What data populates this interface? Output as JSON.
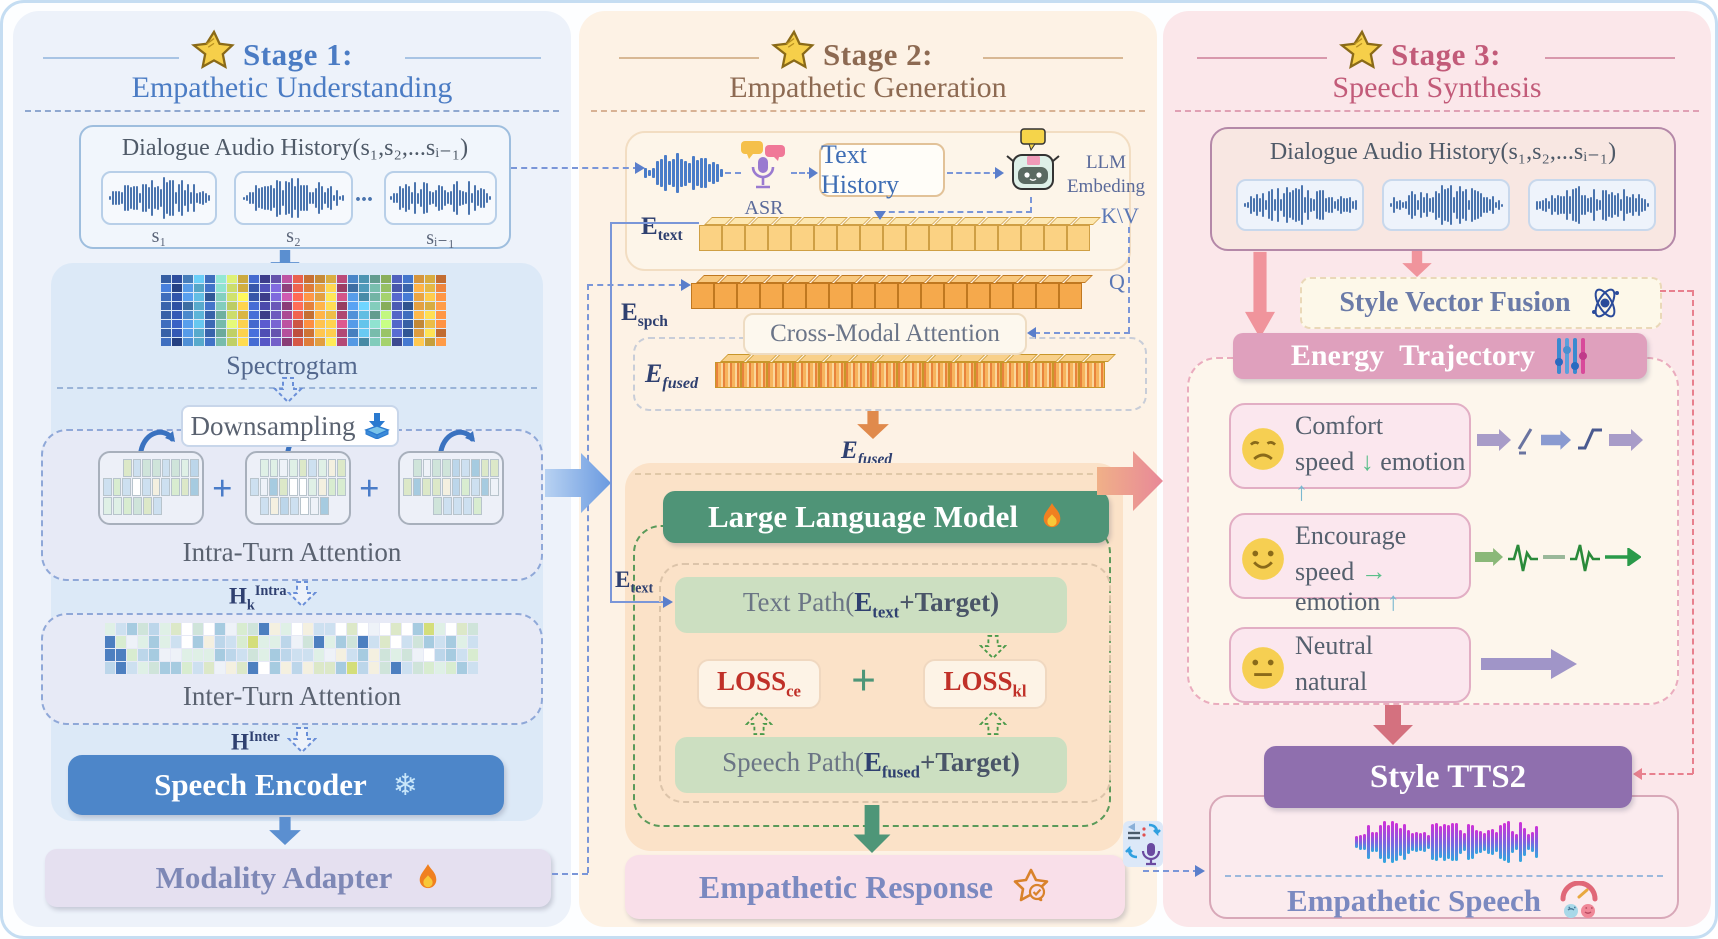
{
  "stage1": {
    "title": "Stage 1:",
    "subtitle": "Empathetic Understanding",
    "audio_history": {
      "title": "Dialogue Audio History(s₁,s₂,...sᵢ₋₁)",
      "labels": [
        "s₁",
        "s₂",
        "sᵢ₋₁"
      ],
      "dots": "..."
    },
    "spectrogram_label": "Spectrogtam",
    "downsampling_label": "Downsampling",
    "intra_label": "Intra-Turn Attention",
    "plus": "+",
    "h_intra": {
      "base": "H",
      "sub": "k",
      "sup": "Intra"
    },
    "inter_label": "Inter-Turn Attention",
    "h_inter": {
      "base": "H",
      "sup": "Inter"
    },
    "speech_encoder_label": "Speech Encoder",
    "modality_adapter_label": "Modality Adapter"
  },
  "stage2": {
    "title": "Stage 2:",
    "subtitle": "Empathetic Generation",
    "asr_label": "ASR",
    "text_history_label": "Text History",
    "llm_embedding_line1": "LLM",
    "llm_embedding_line2": "Embeding",
    "e_text": {
      "base": "E",
      "sub": "text"
    },
    "e_spch": {
      "base": "E",
      "sub": "spch"
    },
    "e_fused": {
      "base": "E",
      "sub": "fused"
    },
    "kv_label": "K\\V",
    "q_label": "Q",
    "cross_modal_label": "Cross-Modal Attention",
    "llm_label": "Large Language Model",
    "text_path": {
      "prefix": "Text Path(",
      "e": "E",
      "sub": "text",
      "suffix": "+Target)"
    },
    "loss_ce": {
      "base": "LOSS",
      "sub": "ce"
    },
    "plus": "+",
    "loss_kl": {
      "base": "LOSS",
      "sub": "kl"
    },
    "speech_path": {
      "prefix": "Speech Path(",
      "e": "E",
      "sub": "fused",
      "suffix": "+Target)"
    },
    "response_label": "Empathetic Response"
  },
  "stage3": {
    "title": "Stage 3:",
    "subtitle": "Speech Synthesis",
    "audio_history_title": "Dialogue Audio History(s₁,s₂,...sᵢ₋₁)",
    "style_vector_fusion_label": "Style Vector Fusion",
    "energy_trajectory_label": "Energy Trajectory",
    "emotions": [
      {
        "name": "Comfort",
        "attr1": "speed",
        "attr2": "emotion"
      },
      {
        "name": "Encourage",
        "attr1": "speed",
        "attr2": "emotion"
      },
      {
        "name": "Neutral",
        "attr1": "natural",
        "attr2": ""
      }
    ],
    "style_tts2_label": "Style TTS2",
    "empathetic_speech_label": "Empathetic Speech"
  },
  "colors": {
    "stage1_accent": "#4b7cc4",
    "stage2_accent": "#8d6a52",
    "stage3_accent": "#c25b79",
    "speech_encoder_bg": "#4d86c9",
    "modality_adapter_bg": "#e5e0f0",
    "llm_bg": "#4f9477",
    "response_bg": "#f9dfe9",
    "energy_banner_bg": "#dfa0bd",
    "tts2_bg": "#8f6fae",
    "loss_text": "#c03028",
    "waveform_blue": "#4a74ae",
    "spectro_columns": [
      "#3a66b0",
      "#2e4fa0",
      "#4a86c8",
      "#58aacc",
      "#3a66b0",
      "#7ac0b0",
      "#c8d96a",
      "#f0c84a",
      "#3a5ab0",
      "#4a4aa8",
      "#6a58b8",
      "#a84a90",
      "#d85a48",
      "#e8823c",
      "#f0a844",
      "#f5c44a",
      "#b84a78",
      "#4a86c8",
      "#58aacc",
      "#7ac0b0",
      "#a0cc6a",
      "#4a5ab0",
      "#3a66b0",
      "#f0a844",
      "#f5c44a",
      "#e8823c"
    ],
    "pastel_cells": [
      "#cfe4da",
      "#bcd6ea",
      "#dff0e6",
      "#f4f0e0",
      "#ffffff",
      "#a6cbe0",
      "#d8ecd0",
      "#eef2f8",
      "#cde0f0",
      "#dce8c8"
    ],
    "rare_cells": [
      "#4d7fc0",
      "#d4de7a"
    ]
  }
}
